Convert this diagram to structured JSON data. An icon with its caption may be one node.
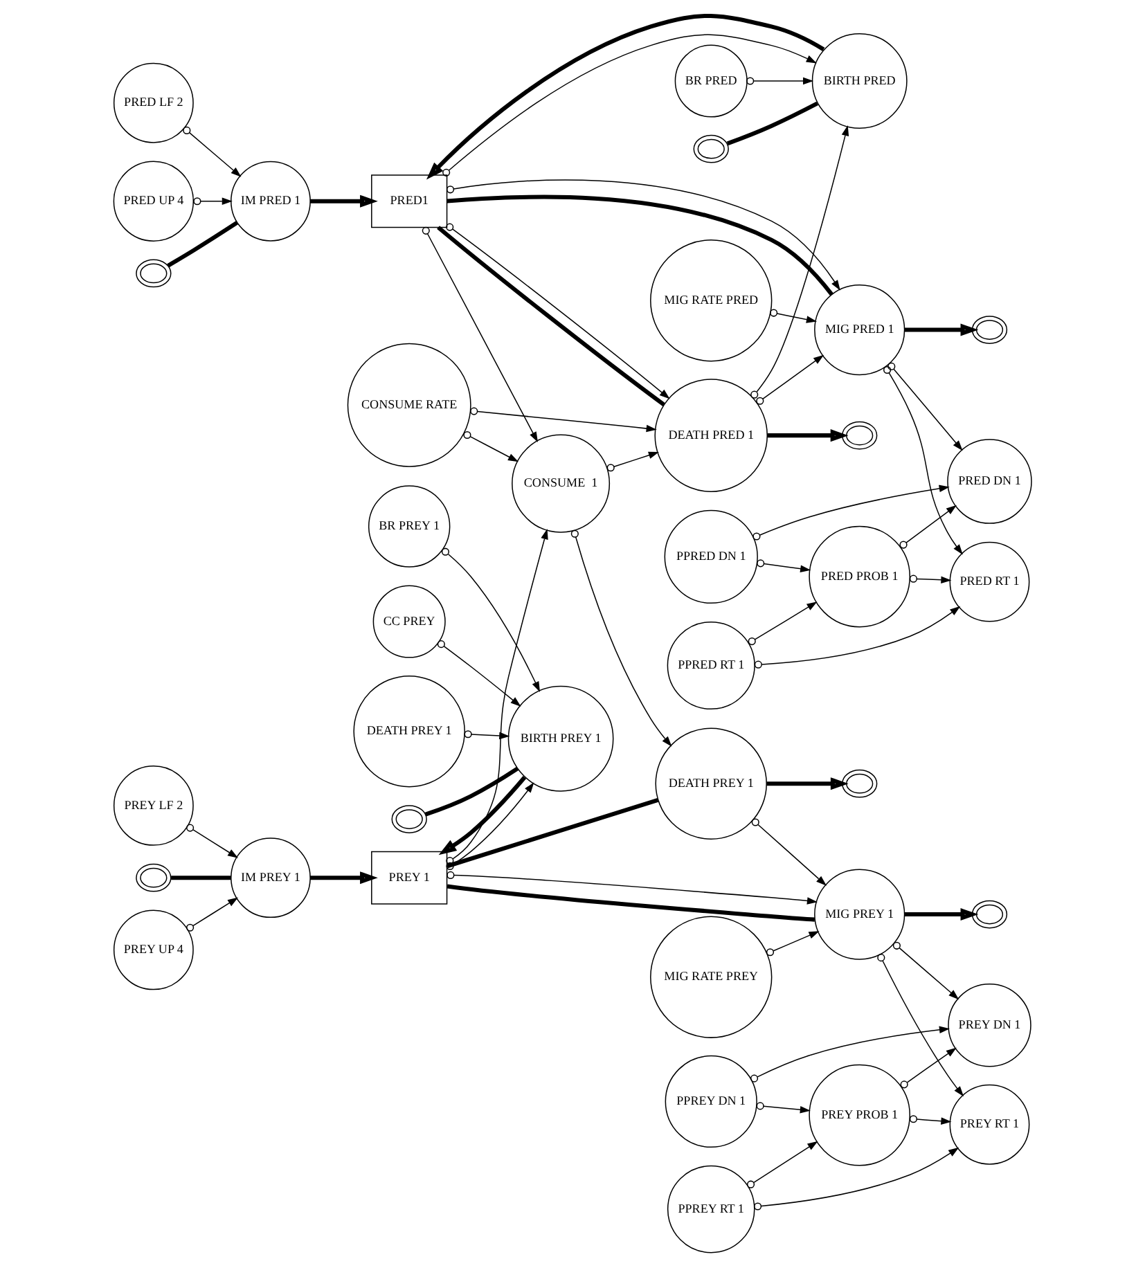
{
  "diagram": {
    "nodes": [
      {
        "text": [
          "PRED LF 2"
        ]
      },
      {
        "text": [
          "PRED UP 4"
        ]
      },
      {
        "text": [],
        "shape": "cloud"
      },
      {
        "text": [
          "IM PRED 1"
        ]
      },
      {
        "text": [
          "MIG RATE PRED"
        ]
      },
      {
        "text": [
          "PRED1"
        ]
      },
      {
        "text": [
          "MIG PRED 1"
        ]
      },
      {
        "text": [],
        "shape": "cloud"
      },
      {
        "text": [
          "PRED DN 1"
        ]
      },
      {
        "text": [
          "PPRED DN 1"
        ]
      },
      {
        "text": [],
        "shape": "cloud"
      },
      {
        "text": [
          "BIRTH PRED"
        ]
      },
      {
        "text": [
          "BR PRED"
        ]
      },
      {
        "text": [
          "PRED RT 1"
        ]
      },
      {
        "text": [
          "PRED PROB 1"
        ]
      },
      {
        "text": [
          "DEATH PRED 1"
        ]
      },
      {
        "text": [],
        "shape": "cloud"
      },
      {
        "text": [
          "CONSUME  1"
        ]
      },
      {
        "text": [
          "CONSUME RATE"
        ]
      },
      {
        "text": [
          "PPRED RT 1"
        ]
      },
      {
        "text": [
          "PREY LF 2"
        ]
      },
      {
        "text": [],
        "shape": "cloud"
      },
      {
        "text": [
          "IM PREY 1"
        ]
      },
      {
        "text": [
          "PREY UP 4"
        ]
      },
      {
        "text": [
          "DEATH PREY 1"
        ]
      },
      {
        "text": [],
        "shape": "cloud"
      },
      {
        "text": [
          "PREY DN 1"
        ]
      },
      {
        "text": [
          "PPREY DN 1"
        ]
      },
      {
        "text": [],
        "shape": "cloud"
      },
      {
        "text": [
          "BIRTH PREY 1"
        ]
      },
      {
        "text": [
          "PREY 1"
        ]
      },
      {
        "text": [
          "PREY RT 1"
        ]
      },
      {
        "text": [
          "PREY PROB 1"
        ]
      },
      {
        "text": [
          "MIG PREY 1"
        ]
      },
      {
        "text": [],
        "shape": "cloud"
      },
      {
        "text": [
          "PPREY RT 1"
        ]
      },
      {
        "text": [
          "BR PREY 1"
        ]
      },
      {
        "text": [
          "CC PREY"
        ]
      },
      {
        "text": [
          "MIG RATE PREY"
        ]
      },
      {
        "text": [
          "DEATH PREY 1"
        ]
      }
    ],
    "edges": [
      {
        "from": 2,
        "to": 3,
        "arrow": "none",
        "style": "thick"
      },
      {
        "from": 3,
        "to": 5,
        "arrow": "to",
        "style": "thick"
      },
      {
        "from": 10,
        "to": 11,
        "arrow": "none",
        "style": "thick"
      },
      {
        "from": 11,
        "to": 5,
        "arrow": "to",
        "style": "thick"
      },
      {
        "from": 5,
        "to": 6,
        "arrow": "none",
        "style": "thick"
      },
      {
        "from": 6,
        "to": 7,
        "arrow": "to",
        "style": "thick"
      },
      {
        "from": 5,
        "to": 15,
        "arrow": "none",
        "style": "thick"
      },
      {
        "from": 15,
        "to": 16,
        "arrow": "to",
        "style": "thick"
      },
      {
        "from": 0,
        "to": 3,
        "arrow": "to"
      },
      {
        "from": 1,
        "to": 3,
        "arrow": "to"
      },
      {
        "from": 5,
        "to": 11,
        "arrow": "to"
      },
      {
        "from": 12,
        "to": 11,
        "arrow": "to"
      },
      {
        "from": 15,
        "to": 11,
        "arrow": "to"
      },
      {
        "from": 5,
        "to": 17,
        "arrow": "to"
      },
      {
        "from": 5,
        "to": 6,
        "arrow": "to"
      },
      {
        "from": 4,
        "to": 6,
        "arrow": "to"
      },
      {
        "from": 5,
        "to": 15,
        "arrow": "to"
      },
      {
        "from": 15,
        "to": 6,
        "arrow": "to"
      },
      {
        "from": 17,
        "to": 15,
        "arrow": "to"
      },
      {
        "from": 18,
        "to": 15,
        "arrow": "to"
      },
      {
        "from": 18,
        "to": 17,
        "arrow": "to"
      },
      {
        "from": 6,
        "to": 8,
        "arrow": "to"
      },
      {
        "from": 6,
        "to": 13,
        "arrow": "to"
      },
      {
        "from": 9,
        "to": 8,
        "arrow": "to"
      },
      {
        "from": 9,
        "to": 14,
        "arrow": "to"
      },
      {
        "from": 14,
        "to": 8,
        "arrow": "to"
      },
      {
        "from": 14,
        "to": 13,
        "arrow": "to"
      },
      {
        "from": 19,
        "to": 14,
        "arrow": "to"
      },
      {
        "from": 19,
        "to": 13,
        "arrow": "to"
      },
      {
        "from": 21,
        "to": 22,
        "arrow": "none",
        "style": "thick"
      },
      {
        "from": 22,
        "to": 30,
        "arrow": "to",
        "style": "thick"
      },
      {
        "from": 28,
        "to": 29,
        "arrow": "none",
        "style": "thick"
      },
      {
        "from": 29,
        "to": 30,
        "arrow": "to",
        "style": "thick"
      },
      {
        "from": 30,
        "to": 24,
        "arrow": "none",
        "style": "thick"
      },
      {
        "from": 24,
        "to": 25,
        "arrow": "to",
        "style": "thick"
      },
      {
        "from": 30,
        "to": 33,
        "arrow": "none",
        "style": "thick"
      },
      {
        "from": 33,
        "to": 34,
        "arrow": "to",
        "style": "thick"
      },
      {
        "from": 20,
        "to": 22,
        "arrow": "to"
      },
      {
        "from": 23,
        "to": 22,
        "arrow": "to"
      },
      {
        "from": 30,
        "to": 29,
        "arrow": "to"
      },
      {
        "from": 36,
        "to": 29,
        "arrow": "to"
      },
      {
        "from": 39,
        "to": 29,
        "arrow": "to"
      },
      {
        "from": 37,
        "to": 29,
        "arrow": "to"
      },
      {
        "from": 30,
        "to": 17,
        "arrow": "to"
      },
      {
        "from": 17,
        "to": 24,
        "arrow": "to"
      },
      {
        "from": 24,
        "to": 33,
        "arrow": "to"
      },
      {
        "from": 30,
        "to": 33,
        "arrow": "to"
      },
      {
        "from": 38,
        "to": 33,
        "arrow": "to"
      },
      {
        "from": 33,
        "to": 26,
        "arrow": "to"
      },
      {
        "from": 33,
        "to": 31,
        "arrow": "to"
      },
      {
        "from": 27,
        "to": 26,
        "arrow": "to"
      },
      {
        "from": 27,
        "to": 32,
        "arrow": "to"
      },
      {
        "from": 32,
        "to": 26,
        "arrow": "to"
      },
      {
        "from": 32,
        "to": 31,
        "arrow": "to"
      },
      {
        "from": 35,
        "to": 32,
        "arrow": "to"
      },
      {
        "from": 35,
        "to": 31,
        "arrow": "to"
      }
    ]
  }
}
